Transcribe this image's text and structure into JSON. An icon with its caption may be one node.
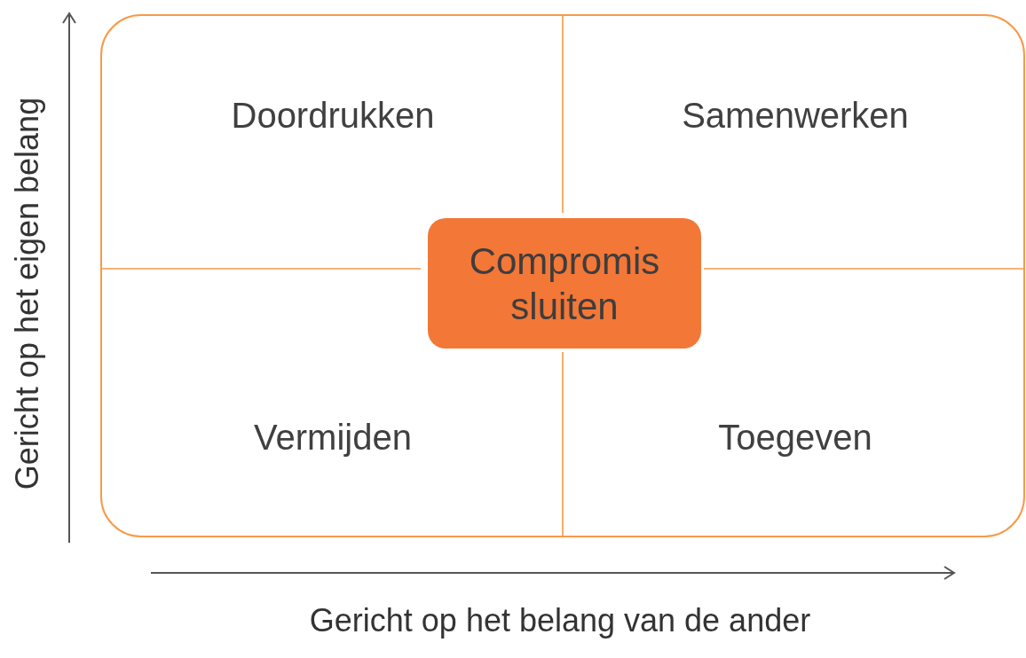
{
  "diagram": {
    "nodes": [
      {
        "text": [],
        "shape": "box"
      },
      {
        "text": [
          "Doordrukken"
        ],
        "in": 0
      },
      {
        "text": [
          "Samenwerken"
        ],
        "in": 0
      },
      {
        "text": [
          "Compromis sluiten"
        ],
        "in": 0
      },
      {
        "text": [
          "Vermijden"
        ],
        "in": 0
      },
      {
        "text": [
          "Toegeven"
        ],
        "in": 0
      }
    ],
    "labels": [
      "Gericht op het eigen belang",
      "Gericht op het belang van de ander"
    ]
  }
}
